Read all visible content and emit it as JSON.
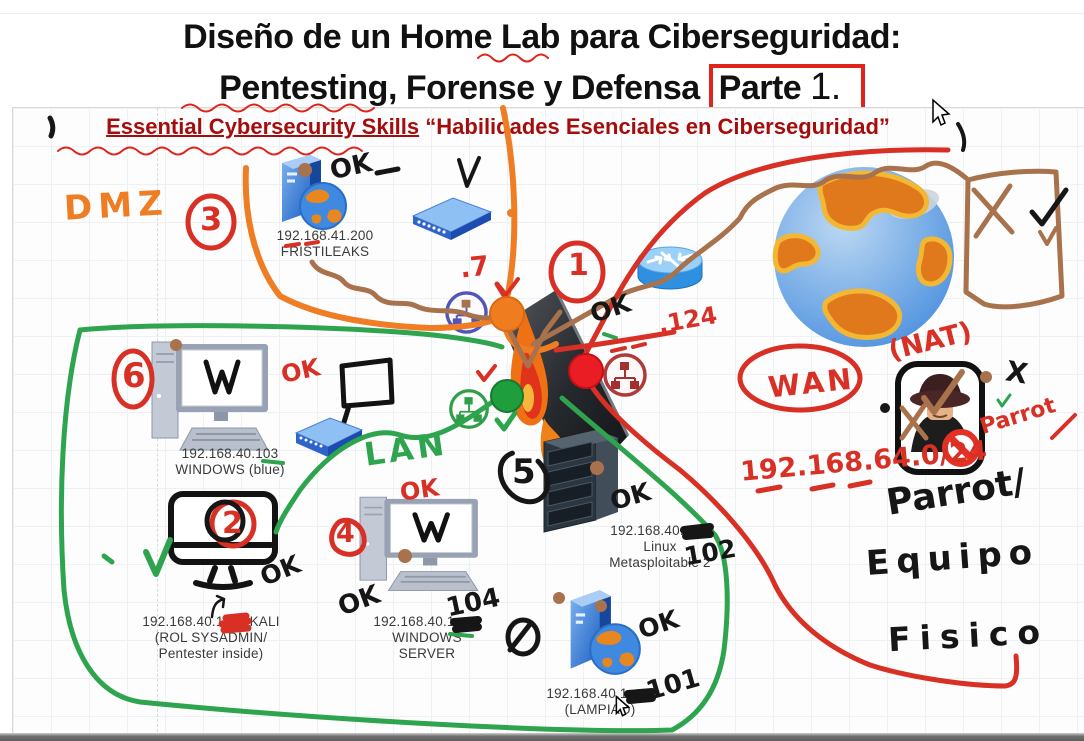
{
  "title": {
    "line1": "Diseño de un Home Lab para Ciberseguridad:",
    "line2_plain": "Pentesting, Forense y Defensa ",
    "line2_boxed_word": "Parte",
    "line2_boxed_number": "1."
  },
  "subtitle": {
    "english": "Essential Cybersecurity Skills",
    "spanish": " “Habilidades Esenciales en Ciberseguridad”"
  },
  "nodes": {
    "fristileaks": {
      "ip": "192.168.41.200",
      "name": "FRISTILEAKS"
    },
    "windows_blue": {
      "ip": "192.168.40.103",
      "name": "WINDOWS (blue)"
    },
    "kali": {
      "ip_prefix": "192.168.40.1",
      "name": "KALI",
      "role_line1": "(ROL SYSADMIN/",
      "role_line2": "Pentester inside)"
    },
    "windows_server": {
      "ip_prefix": "192.168.40.1",
      "name_line1": "WINDOWS",
      "name_line2": "SERVER",
      "handwritten_number": "104"
    },
    "metasploitable": {
      "ip_prefix": "192.168.40.",
      "name_line1": "Linux",
      "name_line2": "Metasploitable 2",
      "handwritten_number": "102"
    },
    "lampiao": {
      "ip_prefix": "192.168.40.1",
      "name": "(LAMPIAO)",
      "handwritten_number": "101"
    }
  },
  "hw": {
    "dmz": "DMZ",
    "lan": "LAN",
    "wan": "WAN",
    "nat": "(NAT)",
    "subnet": "192.168.64.0/24",
    "parrot_red": "Parrot",
    "parrot_black": "Parrot/",
    "equipo": "Equipo",
    "fisico": "Fisico",
    "ok": "OK",
    "x_mark": "X",
    "dot7": ".7",
    "dot124": ".124",
    "n1": "1",
    "n2": "2",
    "n3": "3",
    "n4": "4",
    "n5": "5",
    "n6": "6"
  },
  "colors": {
    "marker_red": "#d83025",
    "marker_green": "#2ea44f",
    "marker_orange": "#ee7d23",
    "marker_brown": "#a8724d",
    "marker_black": "#161616",
    "subtitle_red": "#a50d0d",
    "title_box_red": "#e0241c"
  }
}
